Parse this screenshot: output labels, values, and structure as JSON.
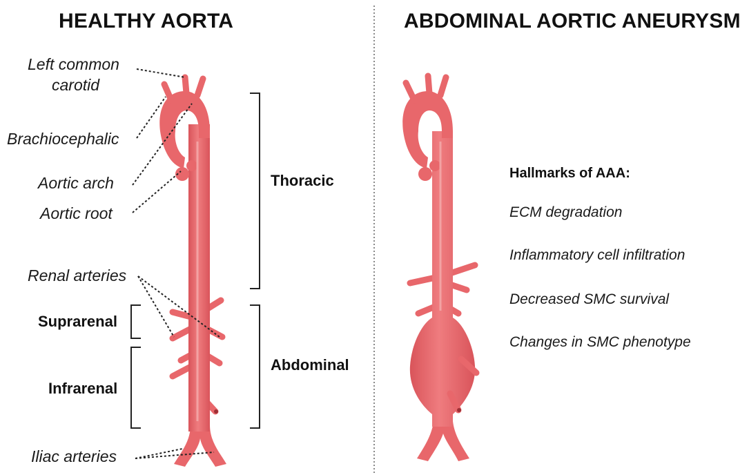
{
  "healthy": {
    "title": "HEALTHY AORTA",
    "labels": {
      "left_common_carotid_1": "Left common",
      "left_common_carotid_2": "carotid",
      "brachiocephalic": "Brachiocephalic",
      "aortic_arch": "Aortic arch",
      "aortic_root": "Aortic root",
      "renal_arteries": "Renal arteries",
      "iliac_arteries": "Iliac arteries"
    },
    "regions": {
      "thoracic": "Thoracic",
      "suprarenal": "Suprarenal",
      "abdominal": "Abdominal",
      "infrarenal": "Infrarenal"
    }
  },
  "aneurysm": {
    "title": "ABDOMINAL AORTIC ANEURYSM",
    "hallmarks_title": "Hallmarks of AAA:",
    "hallmarks": [
      "ECM degradation",
      "Inflammatory cell infiltration",
      "Decreased SMC survival",
      "Changes in SMC phenotype"
    ]
  },
  "colors": {
    "vessel": "#e8676b",
    "vessel_light": "#f3999a",
    "vessel_dark": "#c94a50",
    "text": "#111111"
  }
}
